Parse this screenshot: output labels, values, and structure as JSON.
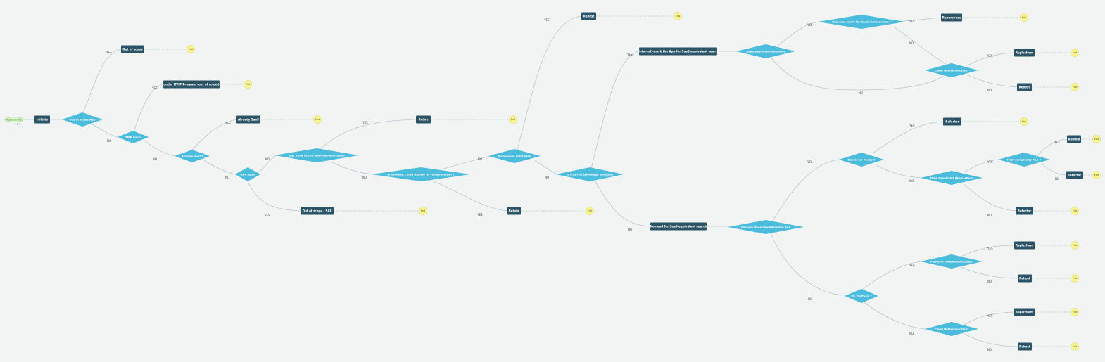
{
  "start": {
    "label": "Applications",
    "sub": "1 2 3"
  },
  "labels": {
    "yes": "YES",
    "no": "NO",
    "end": "End"
  },
  "boxes": {
    "initiate": "Initiate",
    "out_of_scope": "Out of scope",
    "under_itmp": "under ITMP Program (out of scope)",
    "already_saas": "Already SaaS",
    "retire_1": "Retire",
    "out_of_scope_sap": "Out of scope - SAP",
    "retain": "Retain",
    "rehost_top": "Rehost",
    "internal_mark": "(Internal)-mark the App for SaaS equivalent search",
    "no_need_saas": "No need for SaaS equivalent search",
    "repurchase": "Repurchase",
    "replatform_1": "Replatform",
    "rehost_1": "Rehost",
    "refactor_1": "Refactor",
    "rebuild": "Rebuild",
    "refactor_2": "Refactor",
    "refactor_3": "Refactor",
    "replatform_2": "Replatform",
    "rehost_2": "Rehost",
    "replatform_3": "Replatform",
    "rehost_3": "Rehost"
  },
  "diamonds": {
    "out_of_scope_app": "Out of scope App",
    "itmp_apps": "ITMP apps?",
    "already_saas_q": "Already SaaS?",
    "sap_apps": "SAP Apps",
    "sql2008": "SQL 2008 as the main App utilization",
    "predefined_cloud": "Predefined Cloud Blocker or Future Merger ?",
    "tech_limitation": "Technology Limitation",
    "is_cots": "Is this COTS(Package solution)",
    "saas_available": "SaaS equivalent available",
    "business_ready": "Business ready for SaaS replacement ?",
    "cloud_native_1": "Cloud Native Solution?",
    "inhouse": "Inhouse Developed/Bespoke App",
    "container_ready": "Container Ready ?",
    "time_constraint": "Time Constraint (Rem.+Dev)",
    "high_complexity": "High complexity App ?",
    "os_platform": "OS Platform ?",
    "platform_independent": "Platform Independent (OS)?",
    "cloud_native_2": "Cloud Native Solution?"
  }
}
